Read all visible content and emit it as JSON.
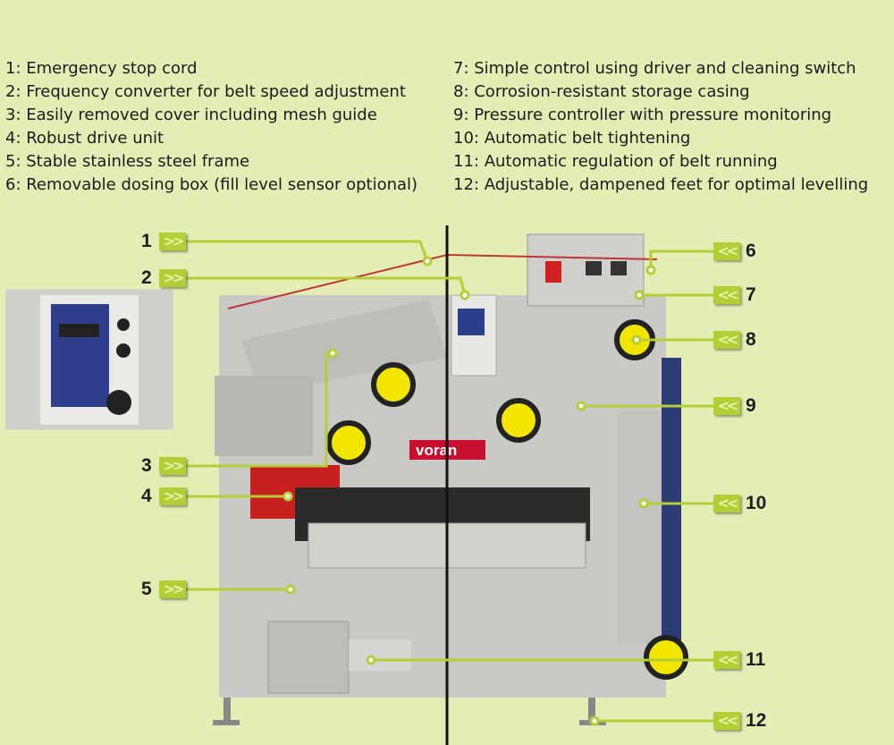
{
  "legend_left": [
    "1: Emergency stop cord",
    "2: Frequency converter for belt speed adjustment",
    "3: Easily removed cover including mesh guide",
    "4: Robust drive unit",
    "5: Stable stainless steel frame",
    "6: Removable dosing box (fill level sensor optional)"
  ],
  "legend_right": [
    "7: Simple control using driver and cleaning switch",
    "8: Corrosion-resistant storage casing",
    "9: Pressure controller with pressure monitoring",
    "10: Automatic belt tightening",
    "11: Automatic regulation of belt running",
    "12: Adjustable, dampened feet for optimal levelling"
  ],
  "callouts_left": [
    "1",
    "2",
    "3",
    "4",
    "5"
  ],
  "callouts_right": [
    "6",
    "7",
    "8",
    "9",
    "10",
    "11",
    "12"
  ],
  "brand": "voran",
  "colors": {
    "background": "#e4edb4",
    "marker": "#b3cf35",
    "steel": "#c9c9c6",
    "yellow": "#f2e600",
    "motor": "#c8201e"
  }
}
